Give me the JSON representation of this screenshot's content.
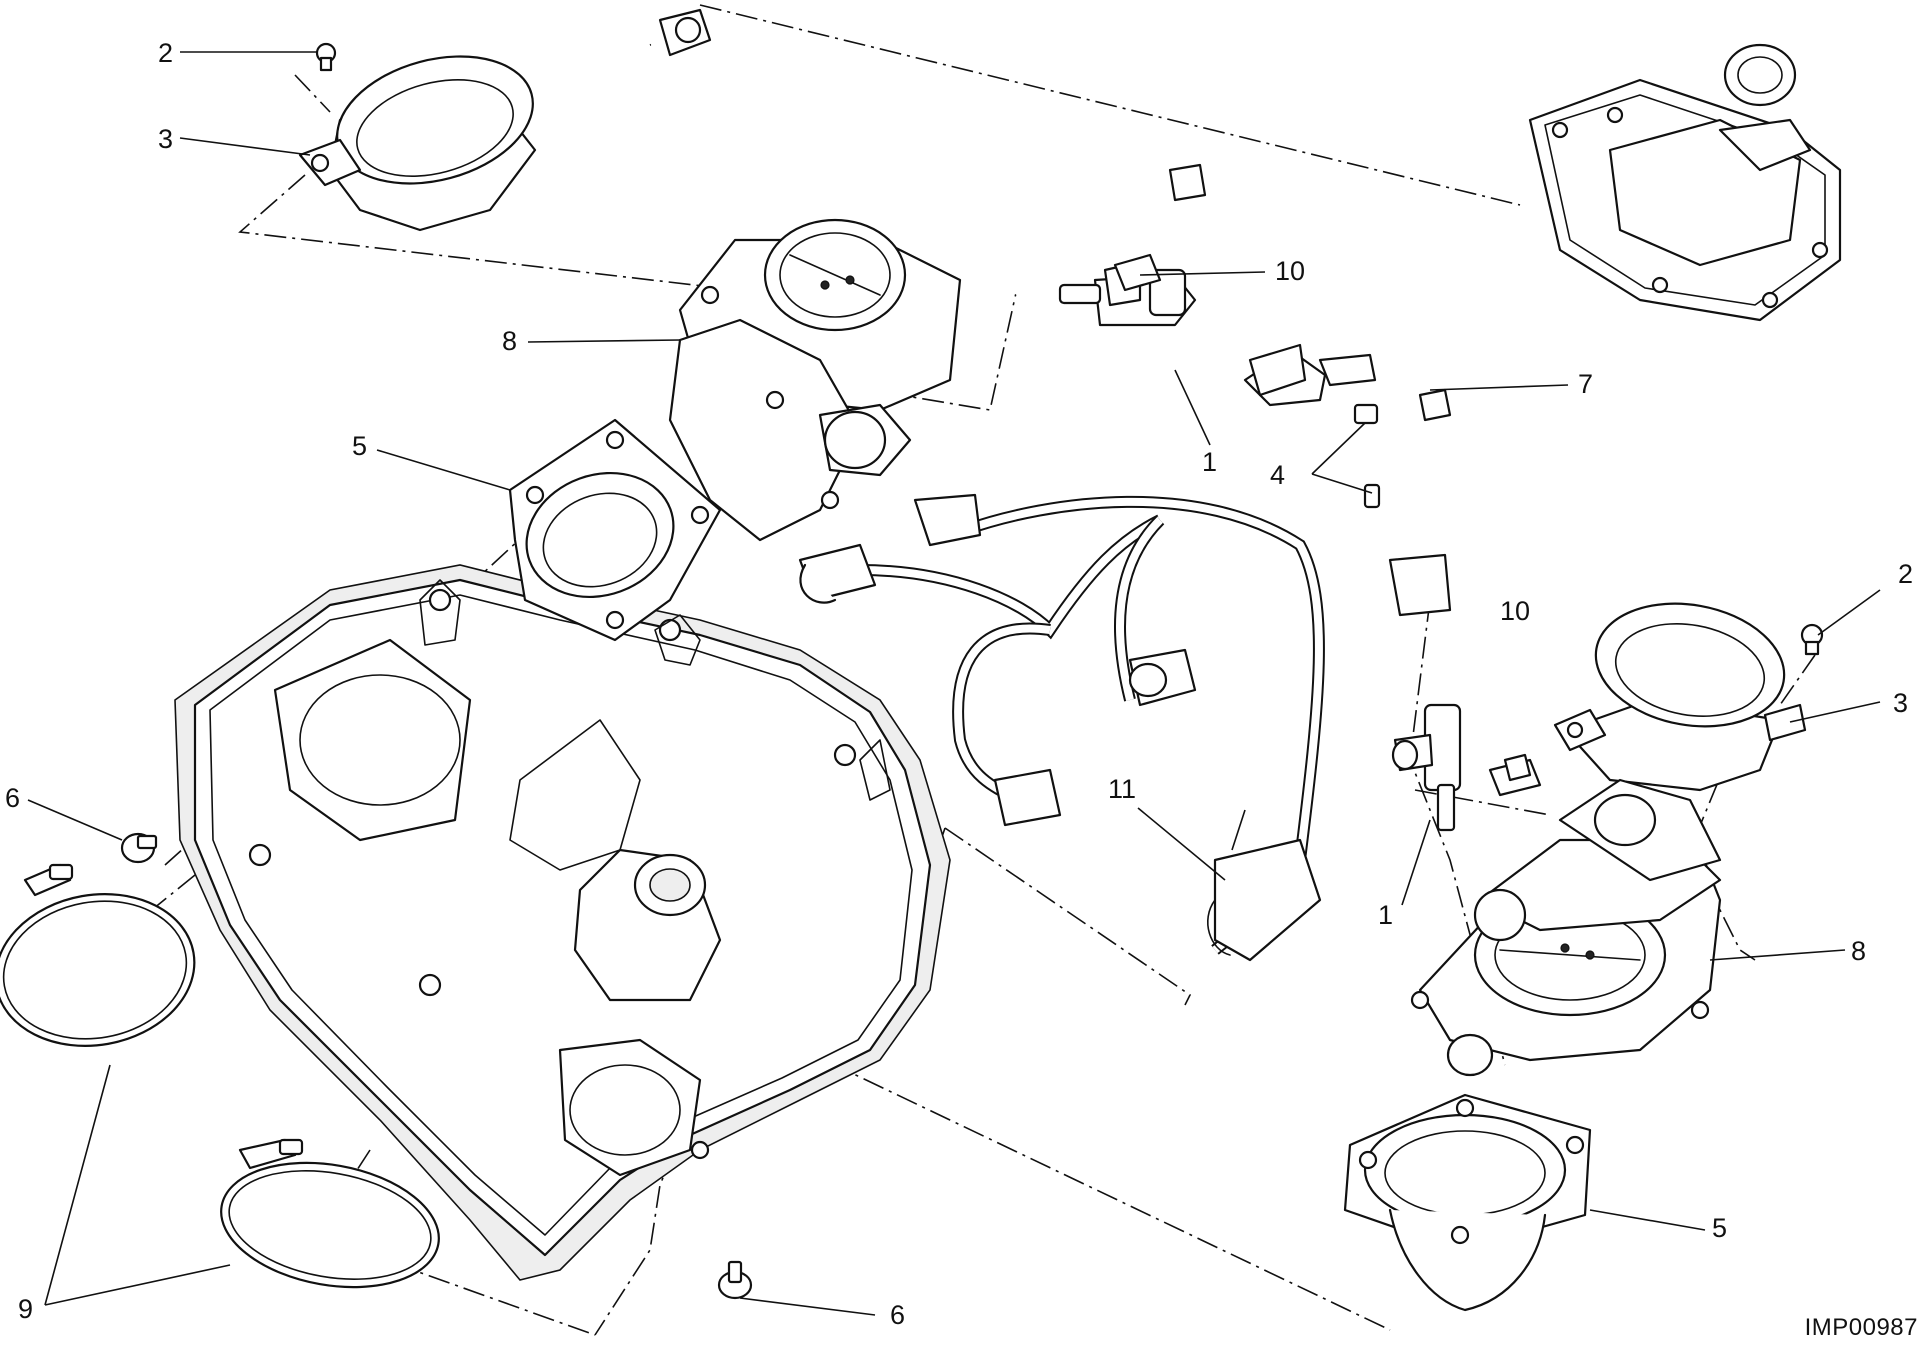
{
  "callouts": [
    {
      "number": "2"
    },
    {
      "number": "3"
    },
    {
      "number": "8"
    },
    {
      "number": "10"
    },
    {
      "number": "7"
    },
    {
      "number": "1"
    },
    {
      "number": "4"
    },
    {
      "number": "5"
    },
    {
      "number": "2"
    },
    {
      "number": "10"
    },
    {
      "number": "3"
    },
    {
      "number": "6"
    },
    {
      "number": "11"
    },
    {
      "number": "1"
    },
    {
      "number": "8"
    },
    {
      "number": "9"
    },
    {
      "number": "5"
    },
    {
      "number": "6"
    }
  ],
  "drawing_ref": "IMP00987"
}
